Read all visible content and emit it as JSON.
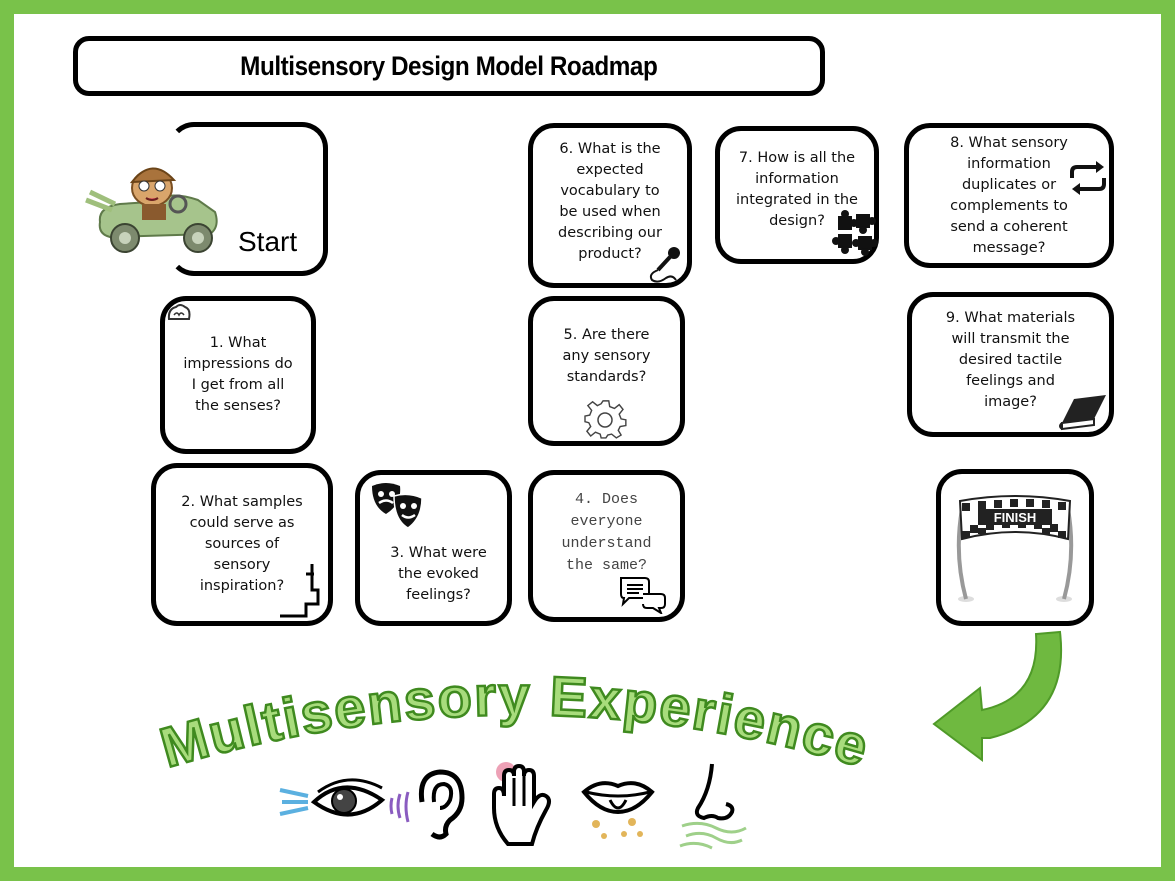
{
  "title": "Multisensory Design Model Roadmap",
  "start": {
    "label": "Start"
  },
  "steps": [
    {
      "text": "1. What impressions do I get from all the senses?"
    },
    {
      "text": "2. What samples could serve as sources of sensory inspiration?"
    },
    {
      "text": "3. What were the evoked feelings?"
    },
    {
      "text": "4. Does everyone understand the same?"
    },
    {
      "text": "5. Are there any sensory standards?"
    },
    {
      "text": "6. What is the expected vocabulary to be used when describing our product?"
    },
    {
      "text": "7. How is all the information integrated in the design?"
    },
    {
      "text": "8. What sensory information duplicates or complements to send a coherent message?"
    },
    {
      "text": "9. What materials will transmit the desired tactile feelings and image?"
    }
  ],
  "finish": {
    "banner": "FINISH"
  },
  "experience": {
    "label": "Multisensory Experience"
  },
  "colors": {
    "border_green": "#79c24a",
    "arrow_green": "#6fb940",
    "text_fill": "#a8dc7c",
    "text_stroke": "#3f8a1f"
  },
  "icons": [
    "driver-car-icon",
    "brain-icon",
    "pencil-icon",
    "theater-masks-icon",
    "chat-bubbles-icon",
    "gear-icon",
    "microphone-icon",
    "puzzle-icon",
    "repeat-arrows-icon",
    "book-icon",
    "finish-banner-icon",
    "curved-arrow-icon",
    "eye-icon",
    "ear-icon",
    "hand-icon",
    "mouth-icon",
    "nose-icon"
  ]
}
